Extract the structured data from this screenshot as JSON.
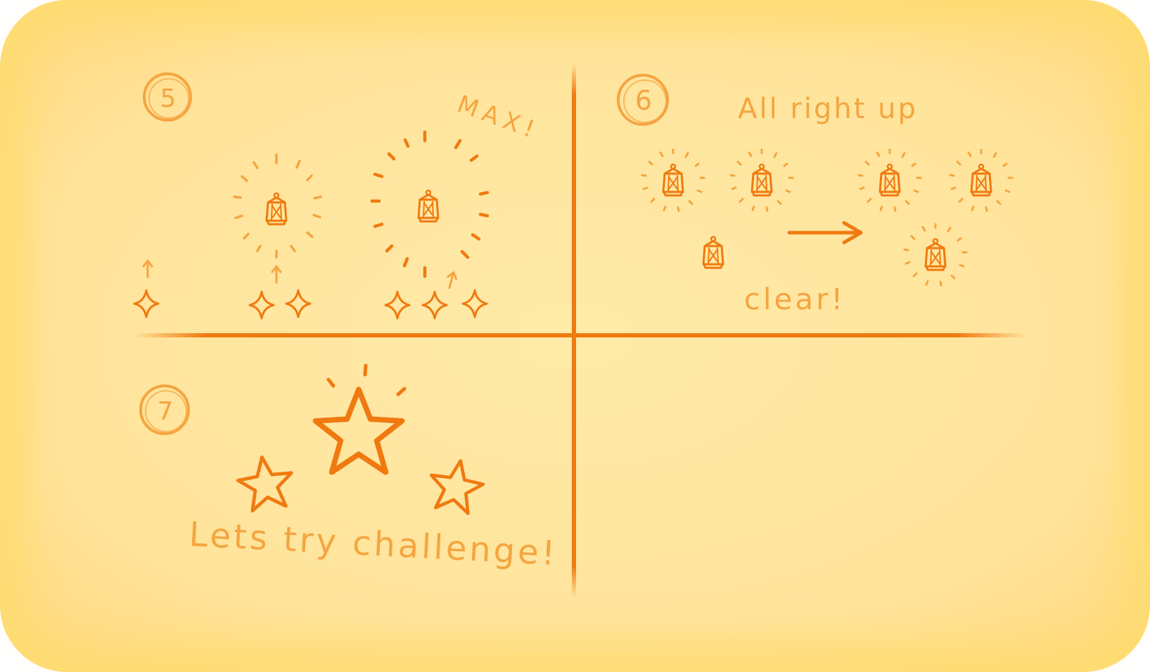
{
  "panels": [
    {
      "step": "5",
      "caption": "MAX!"
    },
    {
      "step": "6",
      "caption": "All right up",
      "sub": "clear!"
    },
    {
      "step": "7",
      "caption": "Lets try challenge!"
    }
  ],
  "colors": {
    "stroke": "#f07a10",
    "text": "#f5a540",
    "bg_center": "#ffe9a8",
    "bg_edge": "#ffd060"
  },
  "icons": [
    "lantern-icon",
    "sparkle-icon",
    "star-icon",
    "arrow-up-icon",
    "arrow-right-icon"
  ]
}
